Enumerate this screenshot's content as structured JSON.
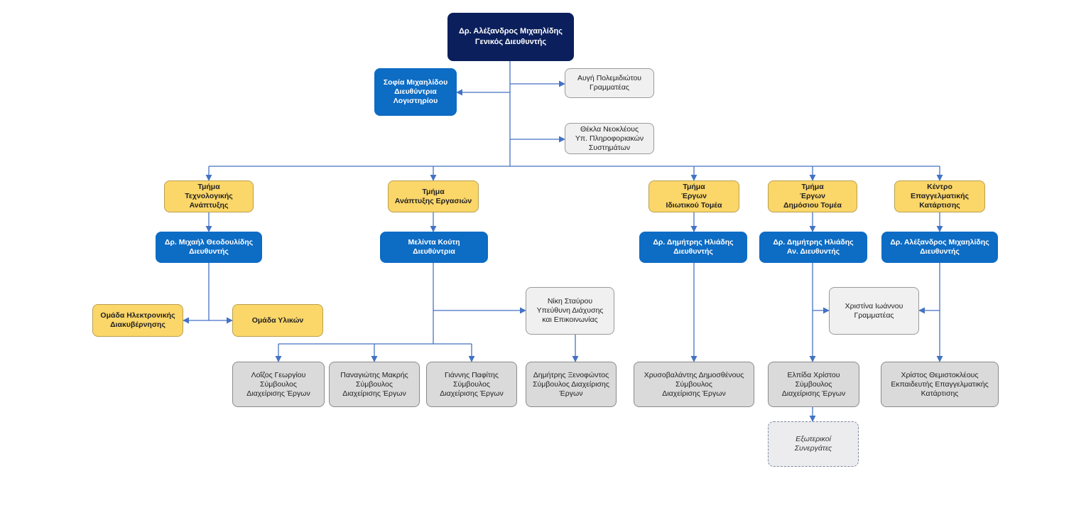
{
  "colors": {
    "navy": "#0b1f5c",
    "blue": "#0d6cc4",
    "yellow": "#fbd669",
    "light_gray": "#f0f0f0",
    "gray": "#dadada",
    "connector": "#4472c4"
  },
  "nodes": {
    "ceo": "Δρ. Αλέξανδρος Μιχαηλίδης\nΓενικός Διευθυντής",
    "accounting": "Σοφία Μιχαηλίδου\nΔιευθύντρια\nΛογιστηρίου",
    "secretary": "Αυγή Πολεμιδιώτου\nΓραμματέας",
    "it": "Θέκλα Νεοκλέους\nΥπ. Πληροφοριακών\nΣυστημάτων",
    "dept_tech": "Τμήμα\nΤεχνολογικής\nΑνάπτυξης",
    "dept_biz": "Τμήμα\nΑνάπτυξης Εργασιών",
    "dept_private": "Τμήμα\nΈργων\nΙδιωτικού Τομέα",
    "dept_public": "Τμήμα\nΈργων\nΔημόσιου Τομέα",
    "dept_training": "Κέντρο\nΕπαγγελματικής\nΚατάρτισης",
    "dir_tech": "Δρ. Μιχαήλ Θεοδουλίδης\nΔιευθυντής",
    "dir_biz": "Μελίντα Κούτη\nΔιευθύντρια",
    "dir_private": "Δρ. Δημήτρης Ηλιάδης\nΔιευθυντής",
    "dir_public": "Δρ. Δημήτρης Ηλιάδης\nΑν. Διευθυντής",
    "dir_training": "Δρ. Αλέξανδρος Μιχαηλίδης\nΔιευθυντής",
    "team_egov": "Ομάδα Ηλεκτρονικής\nΔιακυβέρνησης",
    "team_materials": "Ομάδα Υλικών",
    "comms": "Νίκη Σταύρου\nΥπεύθυνη Διάχυσης\nκαι Επικοινωνίας",
    "pm_loizos": "Λοΐζος Γεωργίου\nΣύμβουλος\nΔιαχείρισης Έργων",
    "pm_panagiotis": "Παναγιώτης Μακρής\nΣύμβουλος\nΔιαχείρισης Έργων",
    "pm_giannis": "Γιάννης Παφίτης\nΣύμβουλος\nΔιαχείρισης Έργων",
    "pm_dimitris": "Δημήτρης Ξενοφώντος\nΣύμβουλος Διαχείρισης\nΈργων",
    "pm_chrysovalantis": "Χρυσοβαλάντης Δημοσθένους\nΣύμβουλος\nΔιαχείρισης Έργων",
    "pm_elpida": "Ελπίδα Χρίστου\nΣύμβουλος\nΔιαχείρισης Έργων",
    "sec_christina": "Χριστίνα Ιωάννου\nΓραμματέας",
    "trainer": "Χρίστος Θεμιστοκλέους\nΕκπαιδευτής Επαγγελματικής\nΚατάρτισης",
    "external": "Εξωτερικοί\nΣυνεργάτες"
  }
}
